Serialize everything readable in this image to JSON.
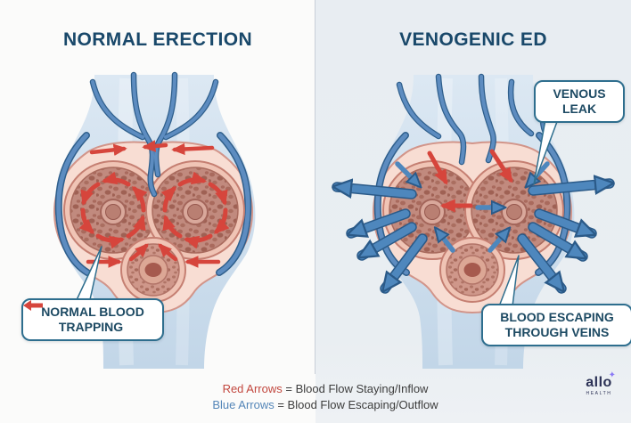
{
  "left_panel": {
    "title": "NORMAL ERECTION",
    "callout_trapping": {
      "line1": "NORMAL BLOOD",
      "line2": "TRAPPING"
    }
  },
  "right_panel": {
    "title": "VENOGENIC ED",
    "callout_venous_leak": {
      "line1": "VENOUS",
      "line2": "LEAK"
    },
    "callout_escaping": {
      "line1": "BLOOD ESCAPING",
      "line2": "THROUGH VEINS"
    }
  },
  "legend": {
    "red_term": "Red Arrows",
    "red_rest": " = Blood Flow Staying/Inflow",
    "blue_term": "Blue Arrows",
    "blue_rest": " = Blood Flow Escaping/Outflow"
  },
  "logo": {
    "wordmark": "allo",
    "tagline": "HEALTH",
    "sparkle_icon": "✦"
  },
  "icons": {
    "trapping_arrow": "red-left-arrow",
    "logo_sparkle": "purple-four-point-star"
  },
  "colors": {
    "title_text": "#19486a",
    "red_arrow": "#d6453c",
    "blue_arrow": "#4e87bd",
    "vein_blue": "#4f7fb3",
    "callout_border": "#2e6e8e",
    "left_background": "#fbfbfa",
    "right_background": "#e9edf2",
    "tissue_pink": "#f8ddd3",
    "cavernosum": "#c18a7e"
  }
}
